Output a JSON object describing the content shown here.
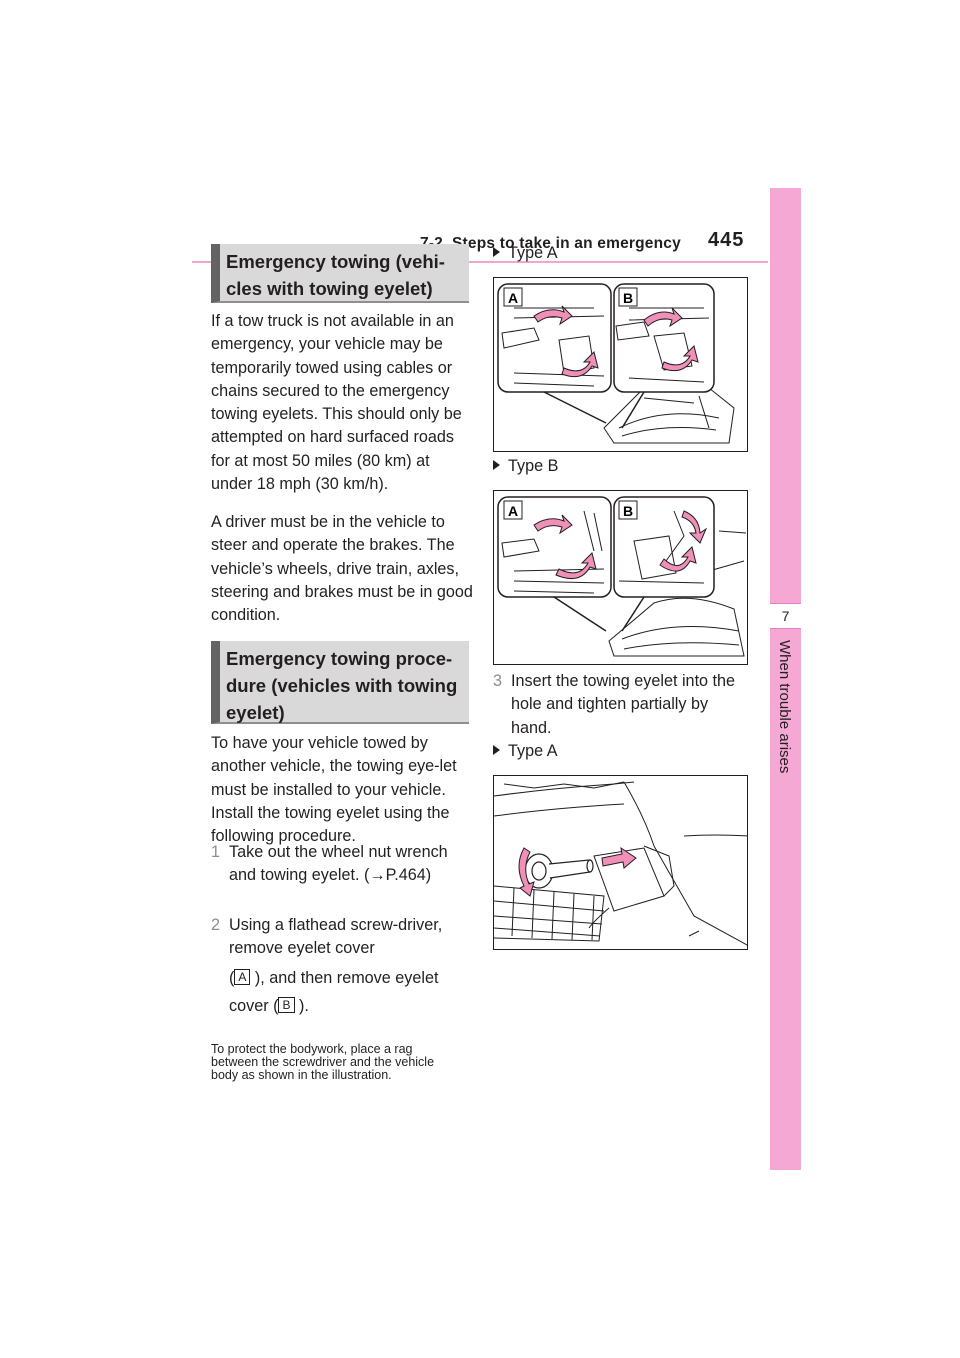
{
  "header": {
    "section_title": "7-2. Steps to take in an emergency",
    "page_number": "445"
  },
  "side_tab": {
    "chapter_number": "7",
    "chapter_title": "When trouble arises"
  },
  "left": {
    "heading1": "Emergency towing (vehi-cles with towing eyelet)",
    "heading1_line1": "Emergency towing (vehi-",
    "heading1_line2": "cles with towing eyelet)",
    "para1": "If a tow truck is not available in an emergency, your vehicle may be temporarily towed using cables or chains secured to the emergency towing eyelets. This should only be attempted on hard surfaced roads for at most 50 miles (80 km) at under 18 mph (30 km/h).",
    "para2": "A driver must be in the vehicle to steer and operate the brakes. The vehicle’s wheels, drive train, axles, steering and brakes must be in good condition.",
    "heading2_line1": "Emergency towing proce-",
    "heading2_line2": "dure (vehicles with towing",
    "heading2_line3": "eyelet)",
    "para3": "To have your vehicle towed by another vehicle, the towing eye-let must be installed to your vehicle. Install the towing eyelet using the following procedure.",
    "step1_num": "1",
    "step1_text": "Take out the wheel nut wrench and towing eyelet. (→P.464)",
    "step2_num": "2",
    "step2_text_a": "Using a flathead screw-driver, remove eyelet cover",
    "step2_text_b": "( A ), and then remove eyelet",
    "step2_text_c": "cover ( B ).",
    "label_a": "A",
    "label_b": "B",
    "note": "To protect the bodywork, place a rag between the screwdriver and the vehicle body as shown in the illustration."
  },
  "right": {
    "type_a_1": "Type A",
    "type_b": "Type B",
    "step3_num": "3",
    "step3_text": "Insert the towing eyelet into the hole and tighten partially by hand.",
    "type_a_2": "Type A",
    "fig_label_a": "A",
    "fig_label_b": "B"
  },
  "colors": {
    "accent_pink": "#f4a8d3",
    "heading_bar": "#636363",
    "heading_bg": "#d9d9d9",
    "arrow_pink": "#f08fb8"
  }
}
